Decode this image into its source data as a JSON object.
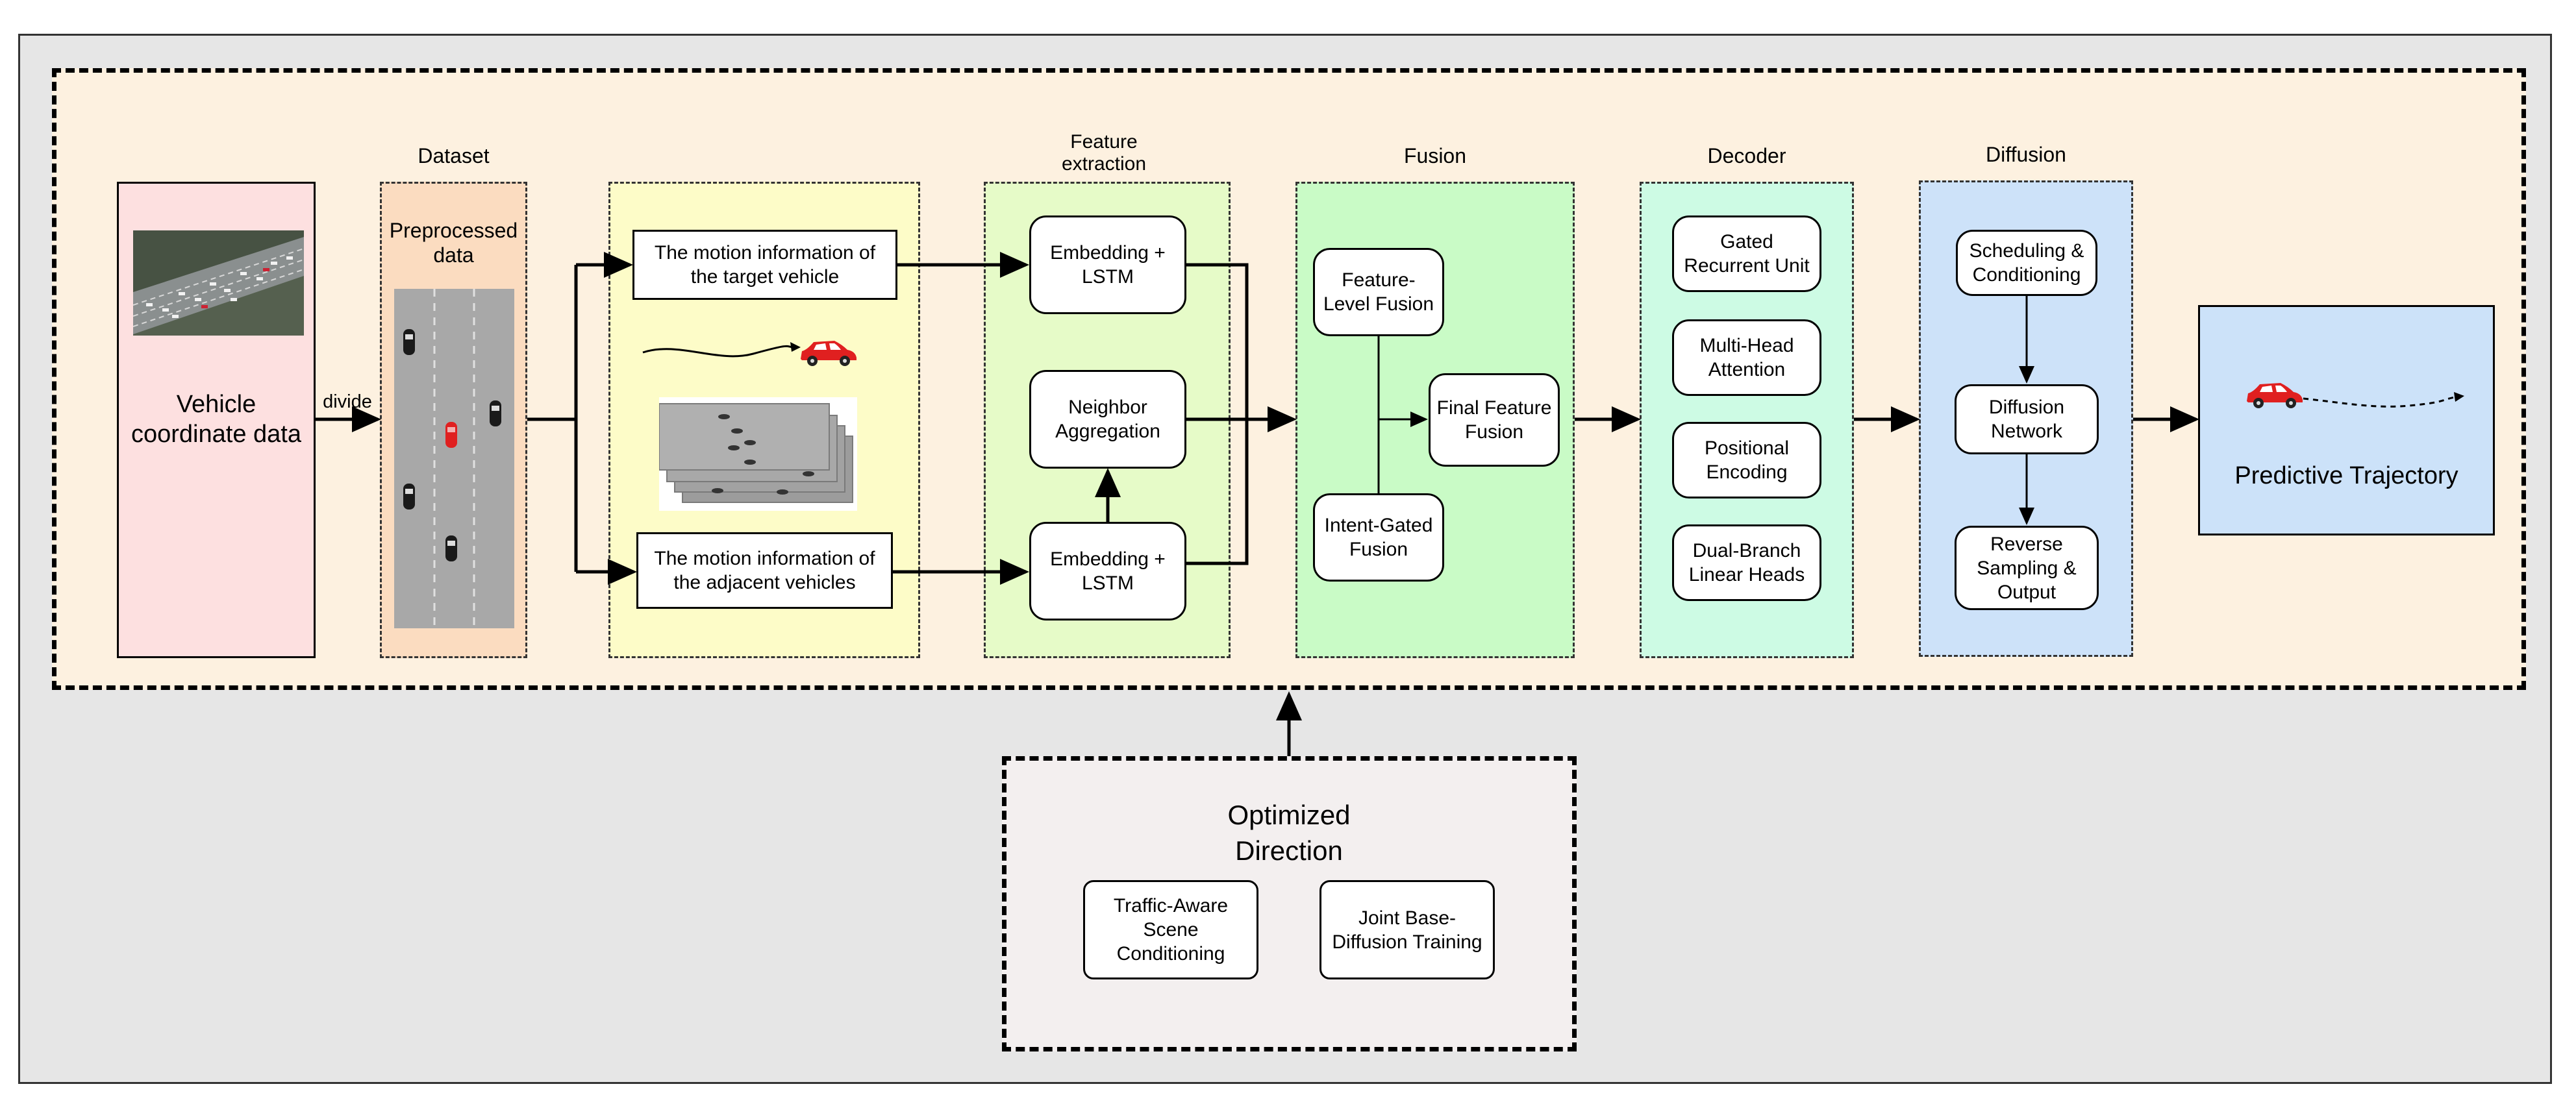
{
  "input": {
    "label": "Vehicle coordinate data",
    "divide_label": "divide"
  },
  "dataset": {
    "title": "Dataset",
    "preprocessed_label": "Preprocessed data"
  },
  "motion": {
    "target": "The motion information of the target vehicle",
    "adjacent": "The motion information of the adjacent vehicles"
  },
  "feature_extraction": {
    "title": "Feature extraction",
    "embed_top": "Embedding + LSTM",
    "neighbor": "Neighbor Aggregation",
    "embed_bottom": "Embedding + LSTM"
  },
  "fusion": {
    "title": "Fusion",
    "feature_level": "Feature-Level Fusion",
    "intent_gated": "Intent-Gated Fusion",
    "final": "Final Feature Fusion"
  },
  "decoder": {
    "title": "Decoder",
    "items": [
      "Gated Recurrent Unit",
      "Multi-Head Attention",
      "Positional Encoding",
      "Dual-Branch Linear Heads"
    ]
  },
  "diffusion": {
    "title": "Diffusion",
    "items": [
      "Scheduling & Conditioning",
      "Diffusion Network",
      "Reverse Sampling & Output"
    ]
  },
  "output": {
    "label": "Predictive Trajectory"
  },
  "optimized": {
    "title": "Optimized Direction",
    "items": [
      "Traffic-Aware Scene Conditioning",
      "Joint Base-Diffusion Training"
    ]
  },
  "colors": {
    "input_fill": "#fde0e0",
    "dataset_fill": "#fbdcc0",
    "motion_fill": "#fdfcc8",
    "feature_fill": "#e6fbc8",
    "fusion_fill": "#c9fbc6",
    "decoder_fill": "#cdfbe4",
    "diffusion_fill": "#cde2f9",
    "output_fill": "#cce2f9",
    "optimized_fill": "#f3efef",
    "car_red": "#e02020"
  }
}
